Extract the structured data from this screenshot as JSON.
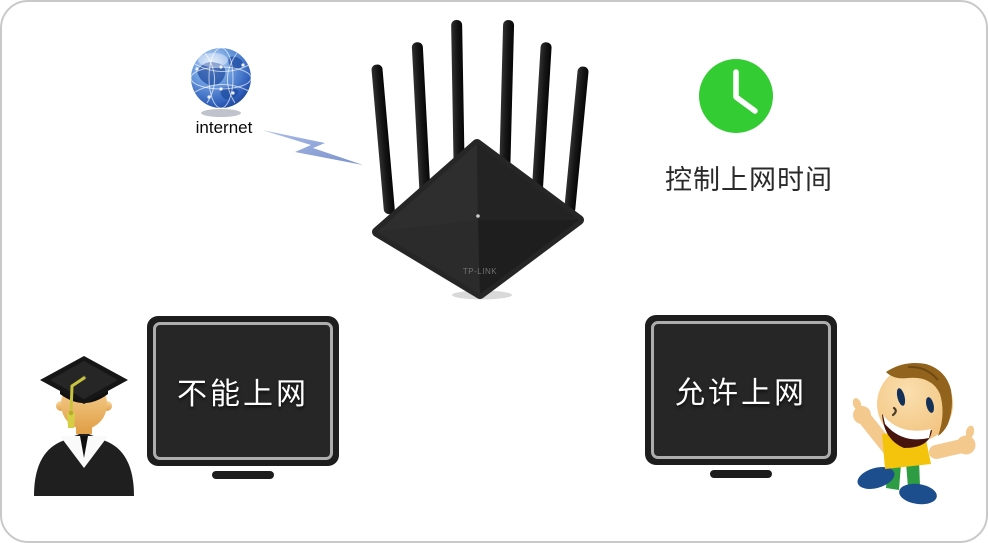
{
  "scene": {
    "background_color": "#ffffff",
    "border_color": "#c9c9c9"
  },
  "internet": {
    "icon": "internet-globe-icon",
    "label": "internet"
  },
  "wan_link": {
    "icon": "lightning-bolt-icon",
    "color": "#8ea6da"
  },
  "router": {
    "icon": "wireless-router",
    "brand": "TP-LINK",
    "antennas": 6
  },
  "time_control": {
    "icon": "clock-icon",
    "clock_color": "#33cc33",
    "label": "控制上网时间"
  },
  "devices": {
    "blocked": {
      "screen_text": "不能上网",
      "figure": "graduate-student"
    },
    "allowed": {
      "screen_text": "允许上网",
      "figure": "happy-child"
    }
  }
}
